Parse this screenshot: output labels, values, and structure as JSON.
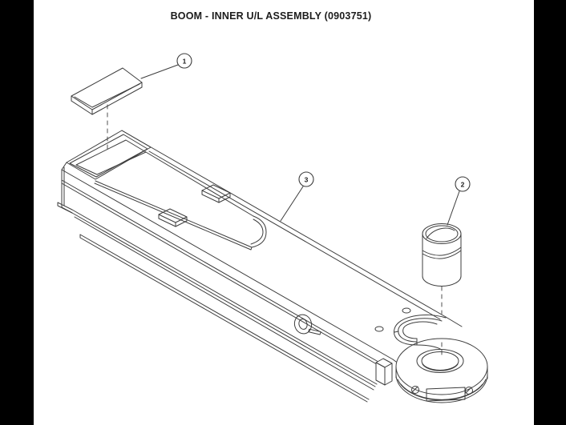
{
  "page": {
    "title": "BOOM - INNER U/L ASSEMBLY (0903751)"
  },
  "callouts": [
    {
      "label": "1"
    },
    {
      "label": "2"
    },
    {
      "label": "3"
    }
  ],
  "colors": {
    "line_color": "#3d3d3d",
    "background": "#ffffff",
    "side_bar_color": "#000000",
    "title_color": "#1c1c1c"
  }
}
